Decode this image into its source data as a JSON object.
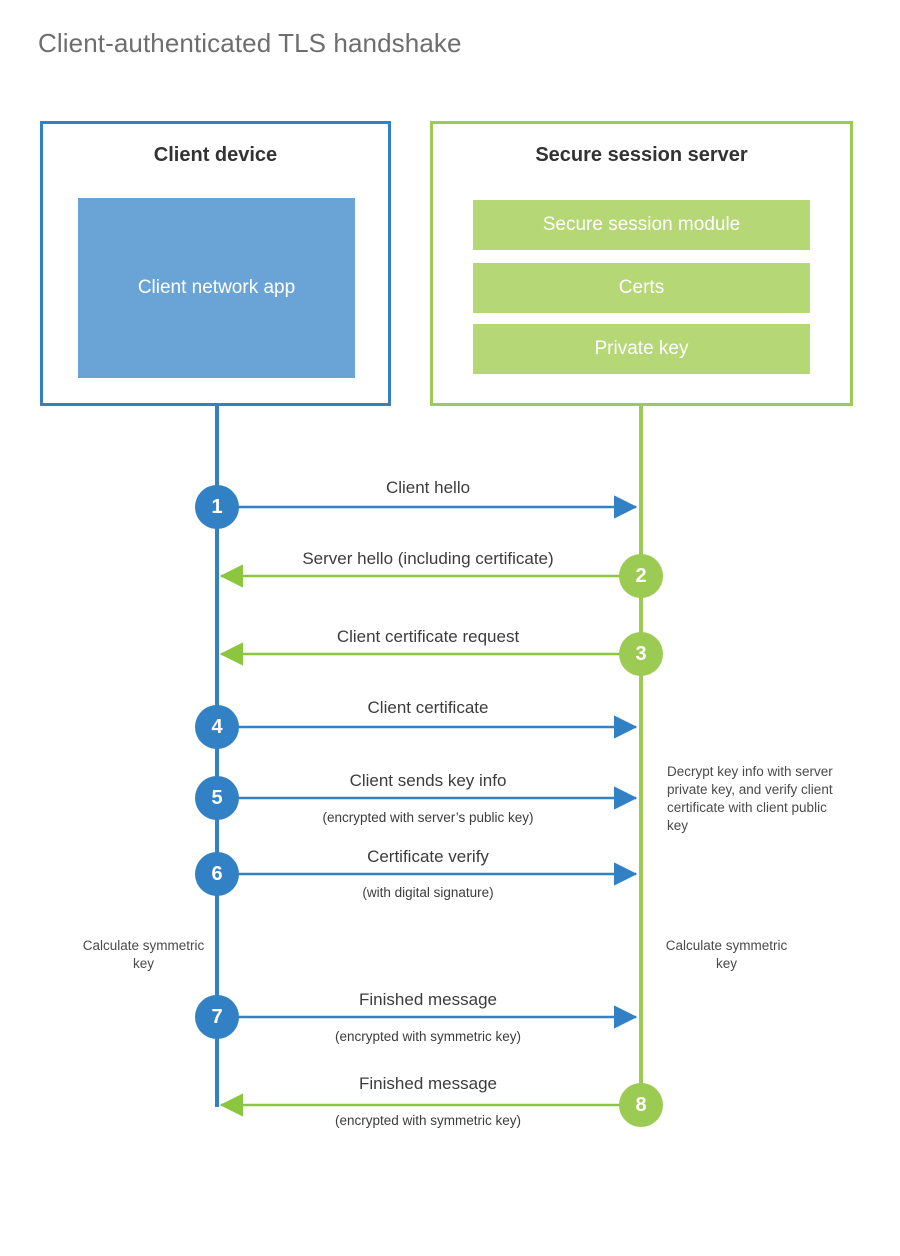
{
  "title": "Client-authenticated TLS handshake",
  "colors": {
    "client_blue": "#3281c4",
    "client_app_fill": "#6aa4d6",
    "server_green": "#9ccb53",
    "server_block_fill": "#b5d776",
    "title_gray": "#6e6e6e",
    "text_dark": "#3c3c3c"
  },
  "participants": {
    "client": {
      "title": "Client device",
      "blocks": [
        {
          "label": "Client network app"
        }
      ]
    },
    "server": {
      "title": "Secure session server",
      "blocks": [
        {
          "label": "Secure session module"
        },
        {
          "label": "Certs"
        },
        {
          "label": "Private key"
        }
      ]
    }
  },
  "steps": [
    {
      "number": "1",
      "label": "Client hello",
      "sub": "",
      "origin": "client"
    },
    {
      "number": "2",
      "label": "Server hello (including certificate)",
      "sub": "",
      "origin": "server"
    },
    {
      "number": "3",
      "label": "Client certificate request",
      "sub": "",
      "origin": "server"
    },
    {
      "number": "4",
      "label": "Client certificate",
      "sub": "",
      "origin": "client"
    },
    {
      "number": "5",
      "label": "Client sends key info",
      "sub": "(encrypted with server’s public key)",
      "origin": "client"
    },
    {
      "number": "6",
      "label": "Certificate verify",
      "sub": "(with digital signature)",
      "origin": "client"
    },
    {
      "number": "7",
      "label": "Finished message",
      "sub": "(encrypted with symmetric key)",
      "origin": "client"
    },
    {
      "number": "8",
      "label": "Finished message",
      "sub": "(encrypted with symmetric key)",
      "origin": "server"
    }
  ],
  "notes": {
    "decrypt": "Decrypt key info with server private key, and verify client certificate with client public key",
    "calculate_client": "Calculate symmetric key",
    "calculate_server": "Calculate symmetric key"
  }
}
